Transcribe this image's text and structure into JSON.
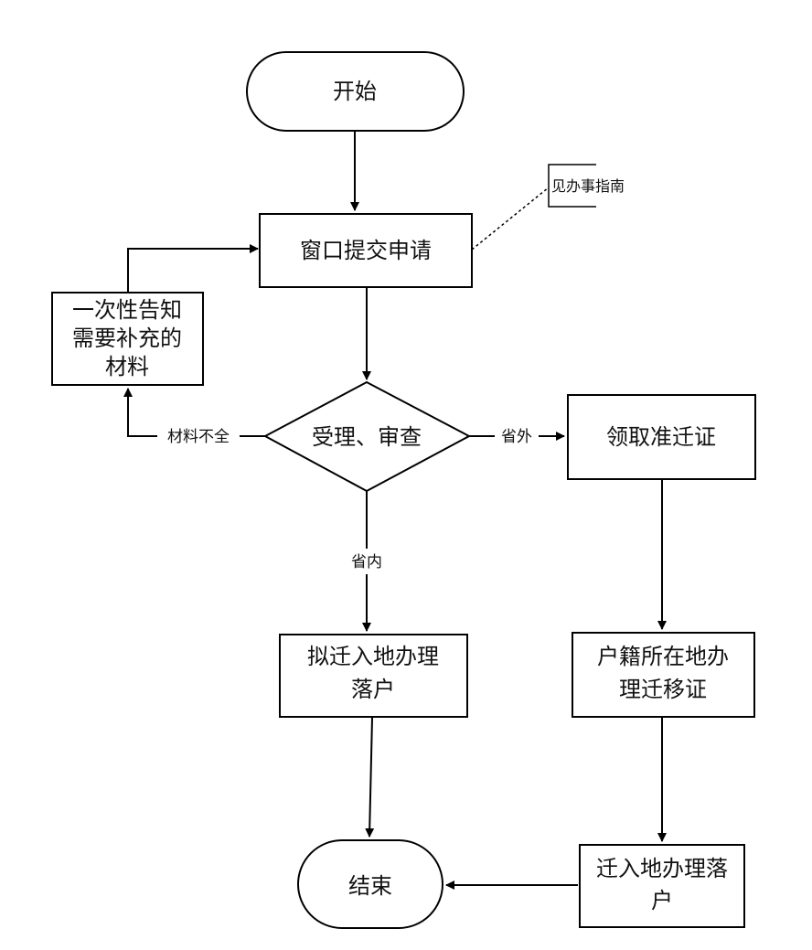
{
  "colors": {
    "stroke": "#000000",
    "background": "#ffffff",
    "text": "#111111"
  },
  "nodes": {
    "start": "开始",
    "submit": "窗口提交申请",
    "note": "见办事指南",
    "notify": [
      "一次性告知",
      "需要补充的",
      "材料"
    ],
    "review": "受理、审查",
    "permit": "领取准迁证",
    "settle_local": [
      "拟迁入地办理",
      "落户"
    ],
    "migration_cert": [
      "户籍所在地办",
      "理迁移证"
    ],
    "settle_remote": [
      "迁入地办理落",
      "户"
    ],
    "end": "结束"
  },
  "edges": {
    "incomplete": "材料不全",
    "out_of_province": "省外",
    "in_province": "省内"
  }
}
